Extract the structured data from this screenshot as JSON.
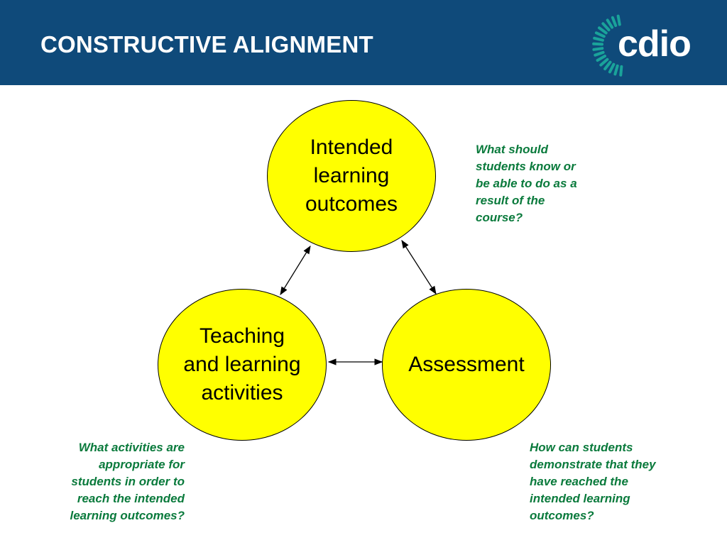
{
  "slide": {
    "title": "CONSTRUCTIVE ALIGNMENT",
    "logo_text": "cdio",
    "header_color": "#0f4a7a",
    "accent_color": "#1aa39a"
  },
  "diagram": {
    "nodes": {
      "outcomes": {
        "lines": [
          "Intended",
          "learning",
          "outcomes"
        ]
      },
      "teaching": {
        "lines": [
          "Teaching",
          "and learning",
          "activities"
        ]
      },
      "assessment": {
        "lines": [
          "Assessment"
        ]
      }
    },
    "notes": {
      "outcomes": [
        "What should",
        "students know or",
        "be able to do as a",
        "result of the",
        "course?"
      ],
      "teaching": [
        "What activities are",
        "appropriate for",
        "students in order to",
        "reach the intended",
        "learning outcomes?"
      ],
      "assessment": [
        "How can students",
        "demonstrate that they",
        "have reached the",
        "intended learning",
        "outcomes?"
      ]
    },
    "circle_color": "#ffff00",
    "note_color": "#0a7a3c"
  }
}
